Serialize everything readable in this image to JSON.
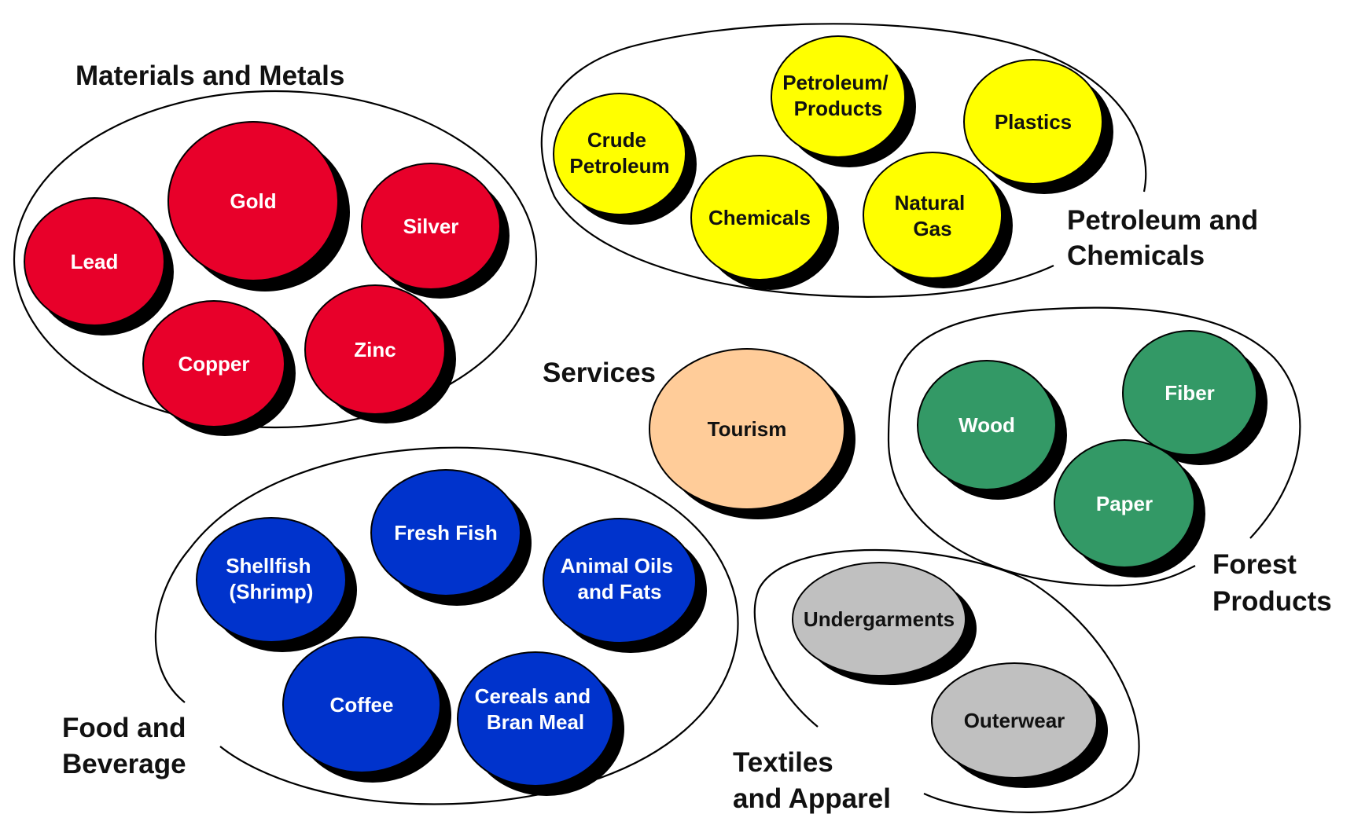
{
  "colors": {
    "materials": "#E8002A",
    "petroleum": "#FFFF00",
    "services": "#FFCC99",
    "forest": "#339966",
    "food": "#0033CC",
    "textiles": "#C0C0C0",
    "light_text": "#FFFFFF",
    "dark_text": "#111111"
  },
  "groups": {
    "materials": {
      "label_lines": [
        "Materials and Metals"
      ],
      "items": [
        "Gold",
        "Lead",
        "Silver",
        "Copper",
        "Zinc"
      ]
    },
    "petroleum": {
      "label_lines": [
        "Petroleum and",
        "Chemicals"
      ],
      "items": [
        [
          "Crude",
          "Petroleum"
        ],
        [
          "Petroleum/",
          "Products"
        ],
        [
          "Plastics"
        ],
        [
          "Chemicals"
        ],
        [
          "Natural",
          "Gas"
        ]
      ]
    },
    "services": {
      "label_lines": [
        "Services"
      ],
      "items": [
        "Tourism"
      ]
    },
    "forest": {
      "label_lines": [
        "Forest",
        "Products"
      ],
      "items": [
        "Wood",
        "Fiber",
        "Paper"
      ]
    },
    "food": {
      "label_lines": [
        "Food and",
        "Beverage"
      ],
      "items": [
        [
          "Fresh Fish"
        ],
        [
          "Shellfish",
          "(Shrimp)"
        ],
        [
          "Animal Oils",
          "and Fats"
        ],
        [
          "Coffee"
        ],
        [
          "Cereals and",
          "Bran Meal"
        ]
      ]
    },
    "textiles": {
      "label_lines": [
        "Textiles",
        "and Apparel"
      ],
      "items": [
        "Undergarments",
        "Outerwear"
      ]
    }
  }
}
